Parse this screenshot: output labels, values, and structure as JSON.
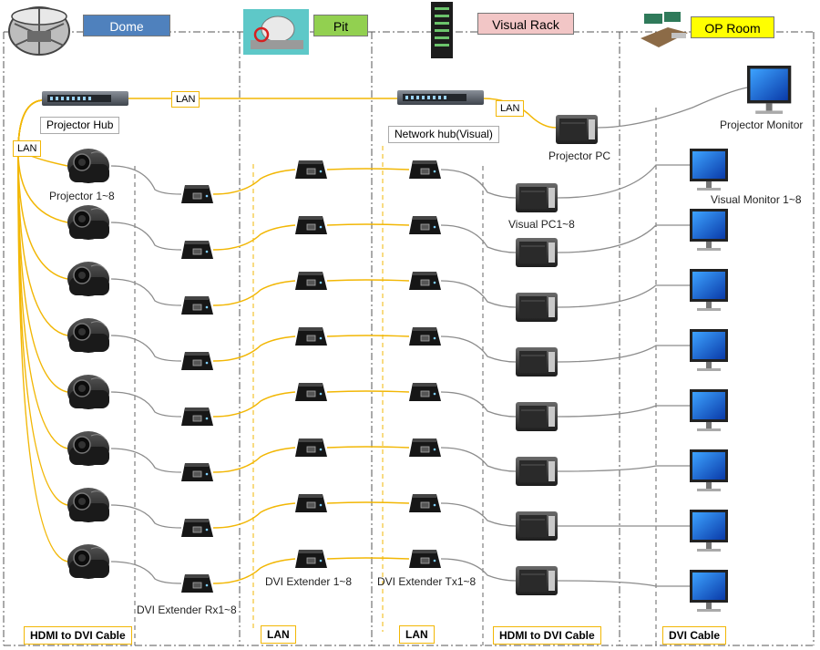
{
  "zones": {
    "dome": {
      "label": "Dome",
      "fill": "#4f81bd"
    },
    "pit": {
      "label": "Pit",
      "fill": "#92d050"
    },
    "visual_rack": {
      "label": "Visual Rack",
      "fill": "#f2c6c6"
    },
    "op_room": {
      "label": "OP Room",
      "fill": "#ffff00"
    }
  },
  "labels": {
    "projector_hub": "Projector Hub",
    "network_hub": "Network hub(Visual)",
    "projector_pc": "Projector PC",
    "projector_monitor": "Projector Monitor",
    "projectors": "Projector 1~8",
    "visual_pc": "Visual PC1~8",
    "visual_monitor": "Visual Monitor 1~8",
    "dvi_rx": "DVI Extender Rx1~8",
    "dvi_ext": "DVI Extender 1~8",
    "dvi_tx": "DVI Extender Tx1~8"
  },
  "lan_tags": {
    "top": "LAN",
    "left": "LAN",
    "rack": "LAN"
  },
  "bottom_tags": {
    "dome_cable": "HDMI to DVI Cable",
    "pit_lan": "LAN",
    "rack_lan": "LAN",
    "rack_cable": "HDMI to DVI Cable",
    "op_cable": "DVI Cable"
  },
  "channel_count": 8,
  "colors": {
    "lan": "#f2b705",
    "cable": "#8c8c8c",
    "divider": "#555555"
  },
  "icons": [
    "dome-icon",
    "pit-icon",
    "rack-icon",
    "op-room-icon",
    "projector-icon",
    "extender-icon",
    "pc-icon",
    "monitor-icon",
    "hub-icon"
  ]
}
